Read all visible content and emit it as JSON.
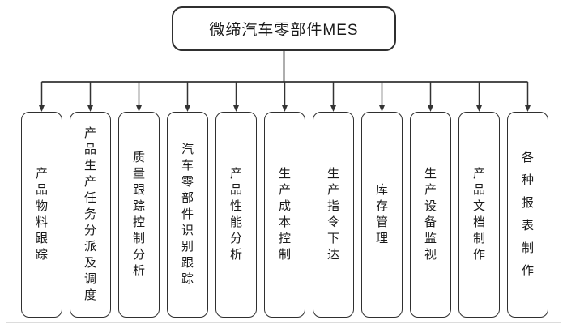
{
  "diagram": {
    "root": {
      "label": "微缔汽车零部件MES"
    },
    "branches": [
      {
        "label": "产品物料跟踪"
      },
      {
        "label": "产品生产任务分派及调度"
      },
      {
        "label": "质量跟踪控制分析"
      },
      {
        "label": "汽车零部件识别跟踪"
      },
      {
        "label": "产品性能分析"
      },
      {
        "label": "生产成本控制"
      },
      {
        "label": "生产指令下达"
      },
      {
        "label": "库存管理"
      },
      {
        "label": "生产设备监视"
      },
      {
        "label": "产品文档制作"
      },
      {
        "label": "各种报表制作"
      }
    ],
    "colors": {
      "line": "#333333",
      "box_border": "#2f2f2f",
      "text": "#1a1a1a",
      "background": "#ffffff",
      "footer_line": "#dcdcdc"
    }
  }
}
